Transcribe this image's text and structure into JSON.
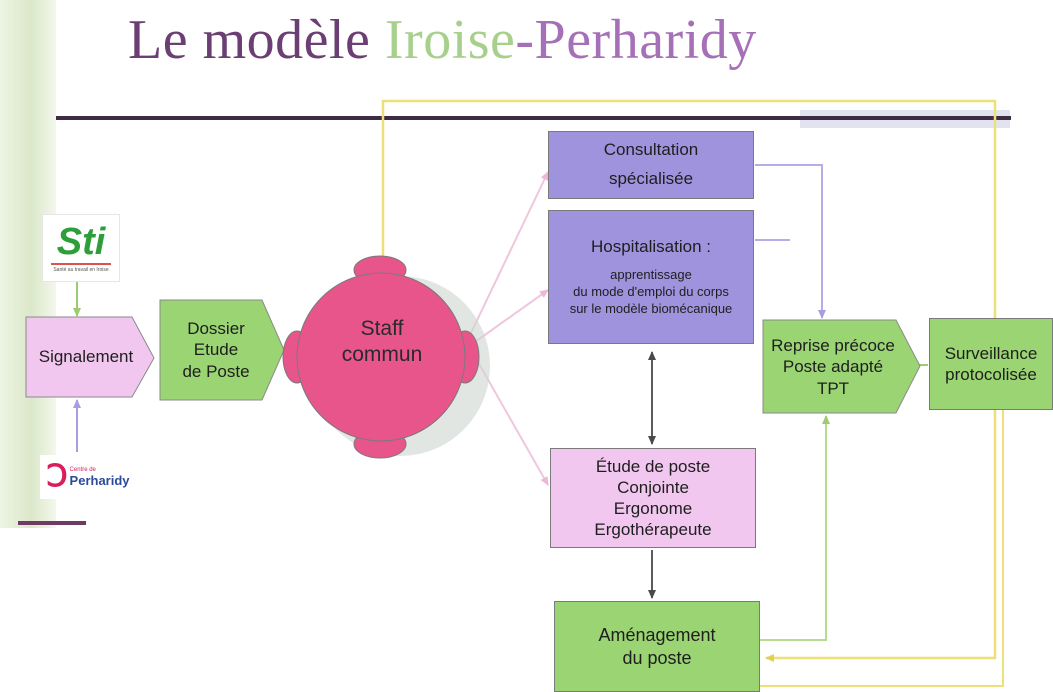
{
  "title": {
    "part1": "Le modèle ",
    "part2": "Iroise",
    "part3": "-Perharidy"
  },
  "colors": {
    "purple_text": "#6b3f73",
    "green_text": "#a8d08d",
    "violet_text": "#a670b8",
    "green_box": "#9bd472",
    "pink_box": "#f1c7ef",
    "lavender_box": "#9f93dd",
    "staff_circle": "#e8558a",
    "yellow_line": "#eee079",
    "blue_line": "#b3aee6"
  },
  "logos": {
    "sti": {
      "text": "Sti",
      "subtext": "Santé au travail en Iroise"
    },
    "perharidy": {
      "small": "Centre de",
      "name": "Perharidy"
    }
  },
  "nodes": {
    "signalement": "Signalement",
    "dossier": [
      "Dossier",
      "Etude",
      "de Poste"
    ],
    "staff": [
      "Staff",
      "commun"
    ],
    "consultation": [
      "Consultation",
      "spécialisée"
    ],
    "hospitalisation": {
      "title": "Hospitalisation :",
      "lines": [
        "apprentissage",
        "du mode d'emploi du corps",
        "sur le modèle biomécanique"
      ]
    },
    "etude_poste": [
      "Étude de poste",
      "Conjointe",
      "Ergonome",
      "Ergothérapeute"
    ],
    "amenagement": [
      "Aménagement",
      "du poste"
    ],
    "reprise": [
      "Reprise précoce",
      "Poste adapté",
      "TPT"
    ],
    "surveillance": [
      "Surveillance",
      "protocolisée"
    ]
  }
}
